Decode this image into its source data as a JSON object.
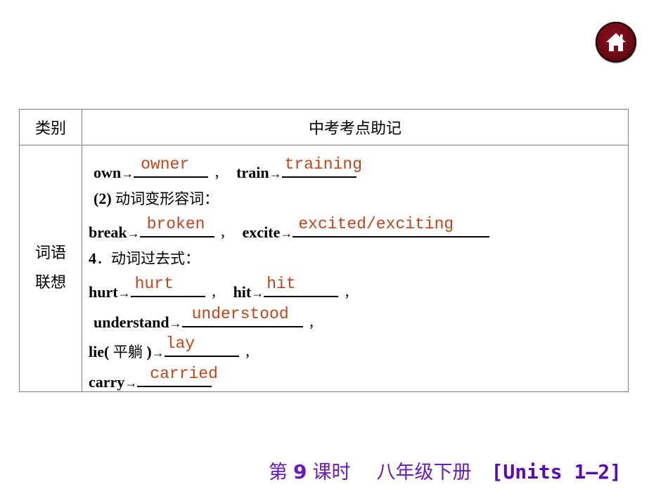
{
  "home_button": {
    "icon": "home-icon",
    "color": "#6b0a14"
  },
  "table": {
    "headers": {
      "category": "类别",
      "content": "中考考点助记"
    },
    "category_label": [
      "词语",
      "联想"
    ],
    "lines": [
      {
        "items": [
          {
            "word": "own",
            "answer": "owner"
          },
          {
            "word": "train",
            "answer": "training"
          }
        ]
      },
      {
        "heading": {
          "num": "(2)",
          "text": "动词变形容词："
        }
      },
      {
        "items": [
          {
            "word": "break",
            "answer": "broken"
          },
          {
            "word": "excite",
            "answer": "excited/exciting"
          }
        ]
      },
      {
        "heading": {
          "num": "4",
          "text": "．动词过去式："
        }
      },
      {
        "items": [
          {
            "word": "hurt",
            "answer": "hurt"
          },
          {
            "word": "hit",
            "answer": "hit"
          }
        ]
      },
      {
        "items": [
          {
            "word": "understand",
            "answer": "understood"
          }
        ]
      },
      {
        "items": [
          {
            "word": "lie(",
            "word_cn": "平躺",
            "word_end": ")",
            "answer": "lay"
          }
        ]
      },
      {
        "items": [
          {
            "word": "carry",
            "answer": "carried"
          }
        ]
      }
    ],
    "arrow": "→",
    "comma": "，",
    "answer_color": "#c0461a"
  },
  "footer": {
    "prefix": "第",
    "lesson_num": "9",
    "suffix": "课时",
    "book": "八年级下册",
    "units": "[Units 1—2]",
    "color": "#6a1cb8"
  }
}
